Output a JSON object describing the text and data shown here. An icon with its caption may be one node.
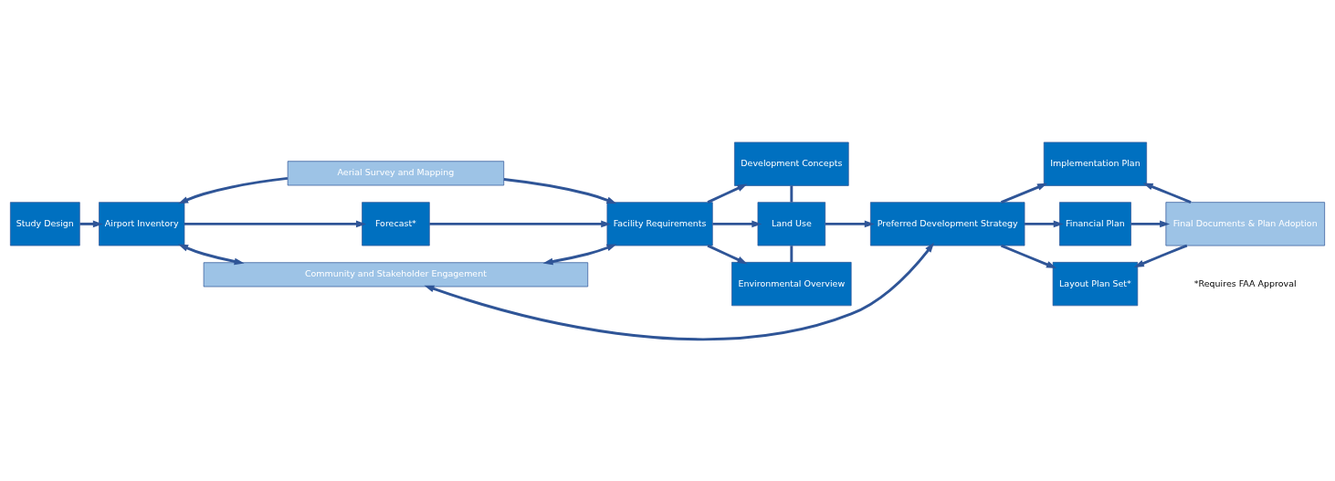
{
  "diagram": {
    "nodes": [
      {
        "text": [
          "Aerial Survey and Mapping"
        ]
      },
      {
        "text": [
          "Study Design"
        ]
      },
      {
        "text": [
          "Airport Inventory"
        ]
      },
      {
        "text": [
          "Forecast*"
        ]
      },
      {
        "text": [
          "Facility Requirements"
        ]
      },
      {
        "text": [
          "Development Concepts"
        ]
      },
      {
        "text": [
          "Land Use"
        ]
      },
      {
        "text": [
          "Environmental Overview"
        ]
      },
      {
        "text": [
          "Preferred Development Strategy"
        ]
      },
      {
        "text": [
          "Implementation Plan"
        ]
      },
      {
        "text": [
          "Financial Plan"
        ]
      },
      {
        "text": [
          "Layout Plan Set*"
        ]
      },
      {
        "text": [
          "Final Documents & Plan Adoption"
        ]
      },
      {
        "text": [
          "Community and Stakeholder Engagement"
        ]
      }
    ],
    "edges": [
      {
        "from": 0,
        "to": 2,
        "arrow": "to"
      },
      {
        "from": 0,
        "to": 4,
        "arrow": "to"
      },
      {
        "from": 1,
        "to": 2,
        "arrow": "to"
      },
      {
        "from": 2,
        "to": 3,
        "arrow": "to"
      },
      {
        "from": 3,
        "to": 4,
        "arrow": "to"
      },
      {
        "from": 4,
        "to": 5,
        "arrow": "to"
      },
      {
        "from": 4,
        "to": 6,
        "arrow": "to"
      },
      {
        "from": 4,
        "to": 7,
        "arrow": "to"
      },
      {
        "from": 5,
        "to": 6,
        "arrow": "none"
      },
      {
        "from": 6,
        "to": 7,
        "arrow": "none"
      },
      {
        "from": 6,
        "to": 8,
        "arrow": "to"
      },
      {
        "from": 8,
        "to": 9,
        "arrow": "to"
      },
      {
        "from": 8,
        "to": 10,
        "arrow": "to"
      },
      {
        "from": 8,
        "to": 11,
        "arrow": "to"
      },
      {
        "from": 12,
        "to": 9,
        "arrow": "to"
      },
      {
        "from": 10,
        "to": 12,
        "arrow": "to"
      },
      {
        "from": 12,
        "to": 11,
        "arrow": "to"
      },
      {
        "from": 2,
        "to": 13,
        "arrow": "both"
      },
      {
        "from": 4,
        "to": 13,
        "arrow": "both"
      },
      {
        "from": 8,
        "to": 13,
        "arrow": "both"
      }
    ],
    "labels": [
      "*Requires FAA Approval"
    ]
  }
}
